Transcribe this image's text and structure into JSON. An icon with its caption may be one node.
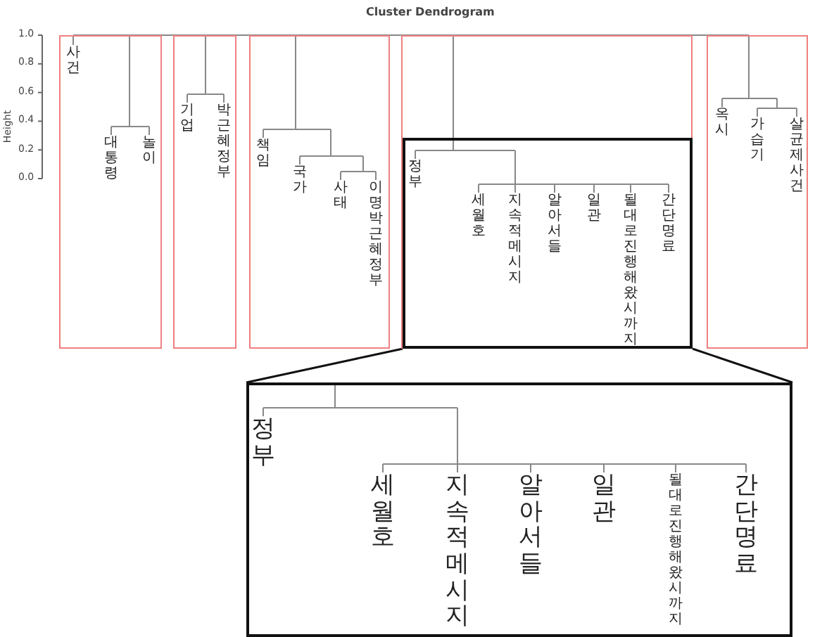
{
  "diagram": {
    "title": "Cluster Dendrogram",
    "nodes": [
      {
        "text": [],
        "shape": "box"
      },
      {
        "text": [
          "사건"
        ],
        "in": 0
      },
      {
        "text": [
          "대통령"
        ],
        "in": 0
      },
      {
        "text": [
          "놀이"
        ],
        "in": 0
      },
      {
        "text": [],
        "shape": "box"
      },
      {
        "text": [
          "기업"
        ],
        "in": 4
      },
      {
        "text": [
          "박근혜 정부"
        ],
        "in": 4
      },
      {
        "text": [],
        "shape": "box"
      },
      {
        "text": [
          "책임"
        ],
        "in": 7
      },
      {
        "text": [
          "국가"
        ],
        "in": 7
      },
      {
        "text": [
          "사태"
        ],
        "in": 7
      },
      {
        "text": [
          "이명박근혜정부"
        ],
        "in": 7
      },
      {
        "text": [],
        "shape": "box"
      },
      {
        "text": [],
        "shape": "box",
        "in": 12
      },
      {
        "text": [
          "정부"
        ],
        "in": 13
      },
      {
        "text": [
          "세월호"
        ],
        "in": 13
      },
      {
        "text": [
          "지속적메시지"
        ],
        "in": 13
      },
      {
        "text": [
          "알아서들"
        ],
        "in": 13
      },
      {
        "text": [
          "일관"
        ],
        "in": 13
      },
      {
        "text": [
          "될대로진행해왔시까지"
        ],
        "in": 13
      },
      {
        "text": [
          "간단명료"
        ],
        "in": 13
      },
      {
        "text": [],
        "shape": "box"
      },
      {
        "text": [
          "옥시"
        ],
        "in": 21
      },
      {
        "text": [
          "가습기"
        ],
        "in": 21
      },
      {
        "text": [
          "살균제 사건"
        ],
        "in": 21
      },
      {
        "text": [],
        "shape": "box"
      },
      {
        "text": [
          "정부"
        ],
        "in": 25
      },
      {
        "text": [
          "세월호"
        ],
        "in": 25
      },
      {
        "text": [
          "지속적메시지"
        ],
        "in": 25
      },
      {
        "text": [
          "알아서들"
        ],
        "in": 25
      },
      {
        "text": [
          "일관"
        ],
        "in": 25
      },
      {
        "text": [
          "될대로진행해왔시까지"
        ],
        "in": 25
      },
      {
        "text": [
          "간단명료"
        ],
        "in": 25
      }
    ],
    "edges": [
      {
        "from": 13,
        "to": 25,
        "arrow": "none"
      },
      {
        "from": 13,
        "to": 25,
        "arrow": "none"
      }
    ],
    "labels": [
      "Height",
      "0.0",
      "0.2",
      "0.4",
      "0.6",
      "0.8",
      "1.0"
    ]
  }
}
